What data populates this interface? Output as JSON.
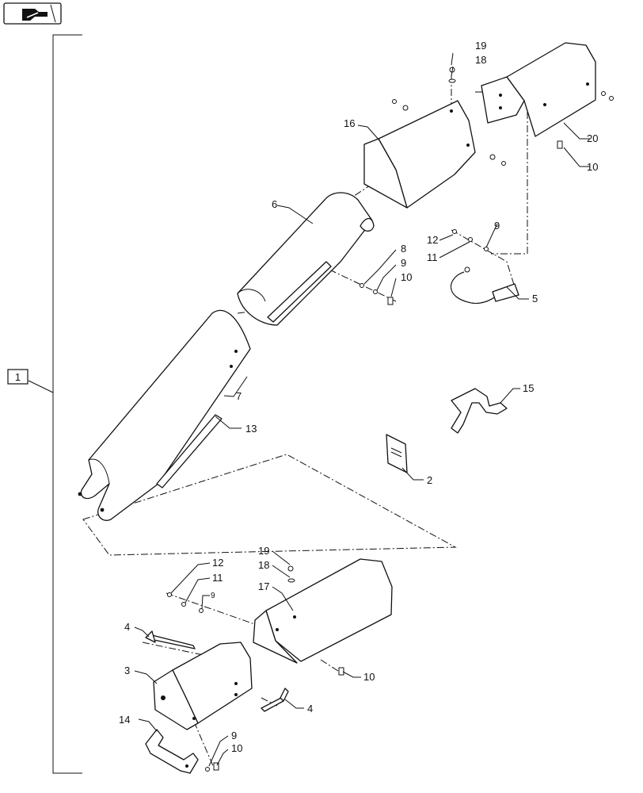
{
  "icon": {
    "name": "book-arrow-icon"
  },
  "group_label": "1",
  "callouts": {
    "c2": "2",
    "c3": "3",
    "c4a": "4",
    "c4b": "4",
    "c5": "5",
    "c6": "6",
    "c7": "7",
    "c8": "8",
    "c9a": "9",
    "c9b": "9",
    "c9c": "9",
    "c9d": "9",
    "c10a": "10",
    "c10b": "10",
    "c10c": "10",
    "c10d": "10",
    "c11a": "11",
    "c11b": "11",
    "c12a": "12",
    "c12b": "12",
    "c13": "13",
    "c14": "14",
    "c15": "15",
    "c16": "16",
    "c17": "17",
    "c18a": "18",
    "c18b": "18",
    "c19a": "19",
    "c19b": "19",
    "c20": "20"
  }
}
